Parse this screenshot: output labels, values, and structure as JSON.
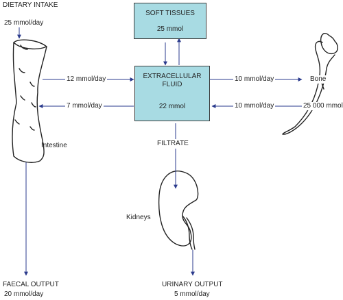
{
  "labels": {
    "dietary_intake": "DIETARY INTAKE",
    "dietary_rate": "25 mmol/day",
    "soft_tissues": "SOFT TISSUES",
    "soft_tissues_value": "25 mmol",
    "ecf": "EXTRACELLULAR FLUID",
    "ecf_value": "22 mmol",
    "intestine_to_ecf": "12 mmol/day",
    "ecf_to_intestine": "7 mmol/day",
    "ecf_to_bone": "10 mmol/day",
    "bone_to_ecf": "10 mmol/day",
    "bone": "Bone",
    "bone_value": "25 000 mmol",
    "intestine": "Intestine",
    "filtrate": "FILTRATE",
    "kidneys": "Kidneys",
    "faecal_output": "FAECAL OUTPUT",
    "faecal_rate": "20 mmol/day",
    "urinary_output": "URINARY OUTPUT",
    "urinary_rate": "5 mmol/day"
  },
  "colors": {
    "box_fill": "#a8dbe3",
    "line": "#3a3a3a",
    "arrow": "#2a3a8c"
  }
}
